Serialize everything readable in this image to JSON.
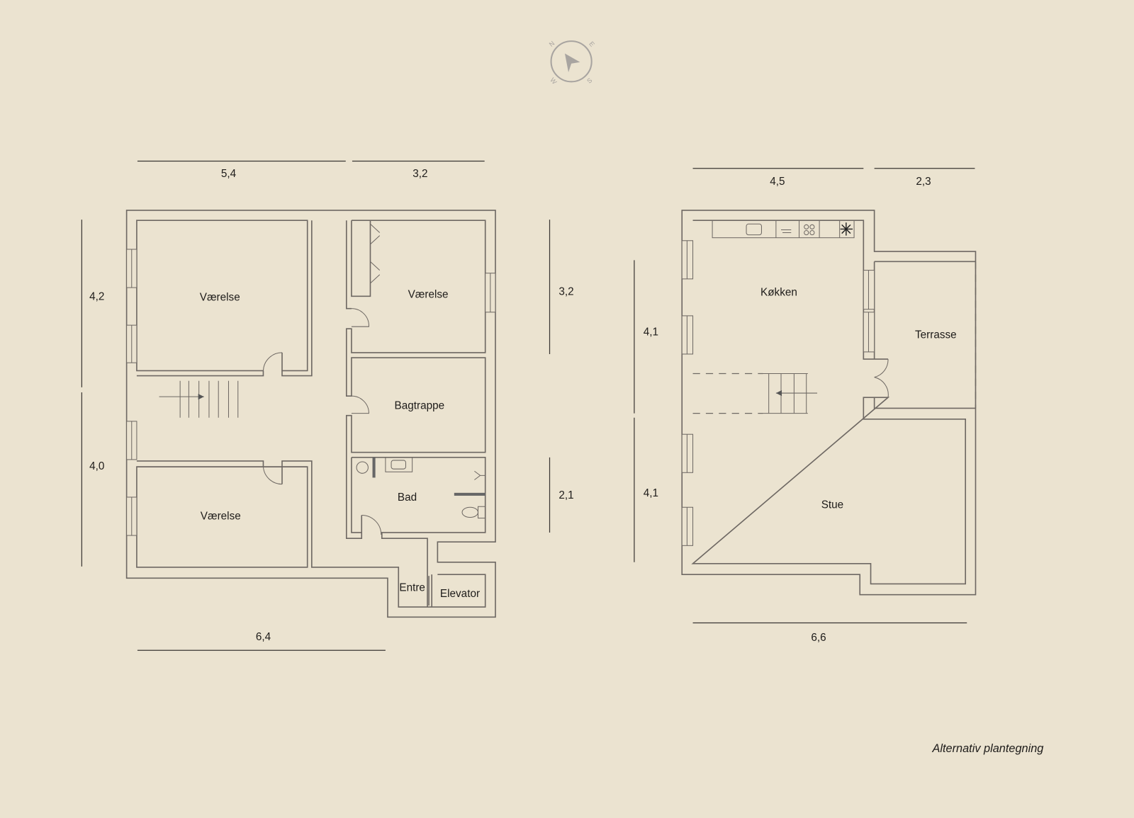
{
  "compass": {
    "n": "N",
    "e": "E",
    "s": "S",
    "w": "W"
  },
  "plan_left": {
    "rooms": {
      "bedroom_top": "Værelse",
      "bedroom_right": "Værelse",
      "back_stairs": "Bagtrappe",
      "bath": "Bad",
      "bedroom_bottom": "Værelse",
      "entrance": "Entre",
      "elevator": "Elevator"
    },
    "dimensions": {
      "top_a": "5,4",
      "top_b": "3,2",
      "left_a": "4,2",
      "left_b": "4,0",
      "right_a": "3,2",
      "right_b": "2,1",
      "bottom": "6,4"
    }
  },
  "plan_right": {
    "rooms": {
      "kitchen": "Køkken",
      "terrace": "Terrasse",
      "living": "Stue"
    },
    "dimensions": {
      "top_a": "4,5",
      "top_b": "2,3",
      "left_a": "4,1",
      "left_b": "4,1",
      "bottom": "6,6"
    }
  },
  "caption": "Alternativ plantegning"
}
